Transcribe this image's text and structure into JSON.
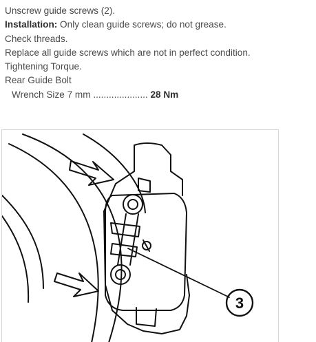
{
  "instructions": {
    "step1": "Unscrew guide screws (2).",
    "step2_label": "Installation:",
    "step2_text": " Only clean guide screws; do not grease.",
    "step3": "Check threads.",
    "step4": "Replace all guide screws which are not in perfect condition.",
    "step5": "Tightening Torque.",
    "step6": "Rear Guide Bolt",
    "spec_label": "Wrench Size 7 mm",
    "spec_dots": " ..................... ",
    "spec_value": "28 Nm"
  },
  "figure": {
    "callout_number": "3"
  },
  "icons": {
    "footer_icon": "search-icon"
  }
}
